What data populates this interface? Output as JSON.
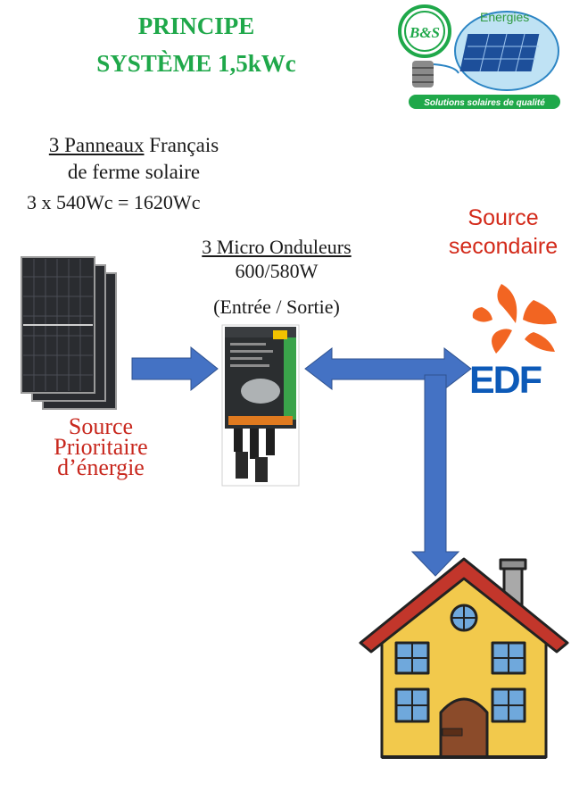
{
  "title": {
    "line1": "PRINCIPE",
    "line2": "SYSTÈME 1,5kWc"
  },
  "logo": {
    "initials": "B&S",
    "brand": "Energies",
    "tagline": "Solutions solaires de qualité"
  },
  "panels": {
    "count_text": "3 Panneaux",
    "origin_text": "Français",
    "line2": "de ferme solaire",
    "calculation": "3 x 540Wc = 1620Wc"
  },
  "micro_inverters": {
    "title": "3 Micro Onduleurs",
    "power": "600/580W",
    "detail": "(Entrée / Sortie)"
  },
  "secondary_source": {
    "line1": "Source",
    "line2": "secondaire",
    "provider": "EDF"
  },
  "priority_source": {
    "line1": "Source",
    "line2": "Prioritaire",
    "line3": "d’énergie"
  },
  "colors": {
    "title_green": "#1fa84a",
    "source_red": "#d32a1a",
    "arrow_blue": "#4472c4",
    "edf_blue": "#0d5ab8",
    "edf_orange": "#f26522"
  }
}
